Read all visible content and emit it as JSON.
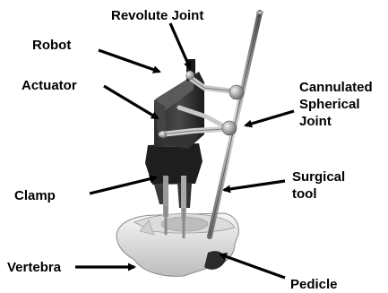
{
  "labels": {
    "revolute_joint": "Revolute Joint",
    "robot": "Robot",
    "actuator": "Actuator",
    "cannulated_line1": "Cannulated",
    "cannulated_line2": "Spherical",
    "cannulated_line3": "Joint",
    "clamp": "Clamp",
    "surgical_tool_line1": "Surgical",
    "surgical_tool_line2": "tool",
    "vertebra": "Vertebra",
    "pedicle": "Pedicle"
  }
}
